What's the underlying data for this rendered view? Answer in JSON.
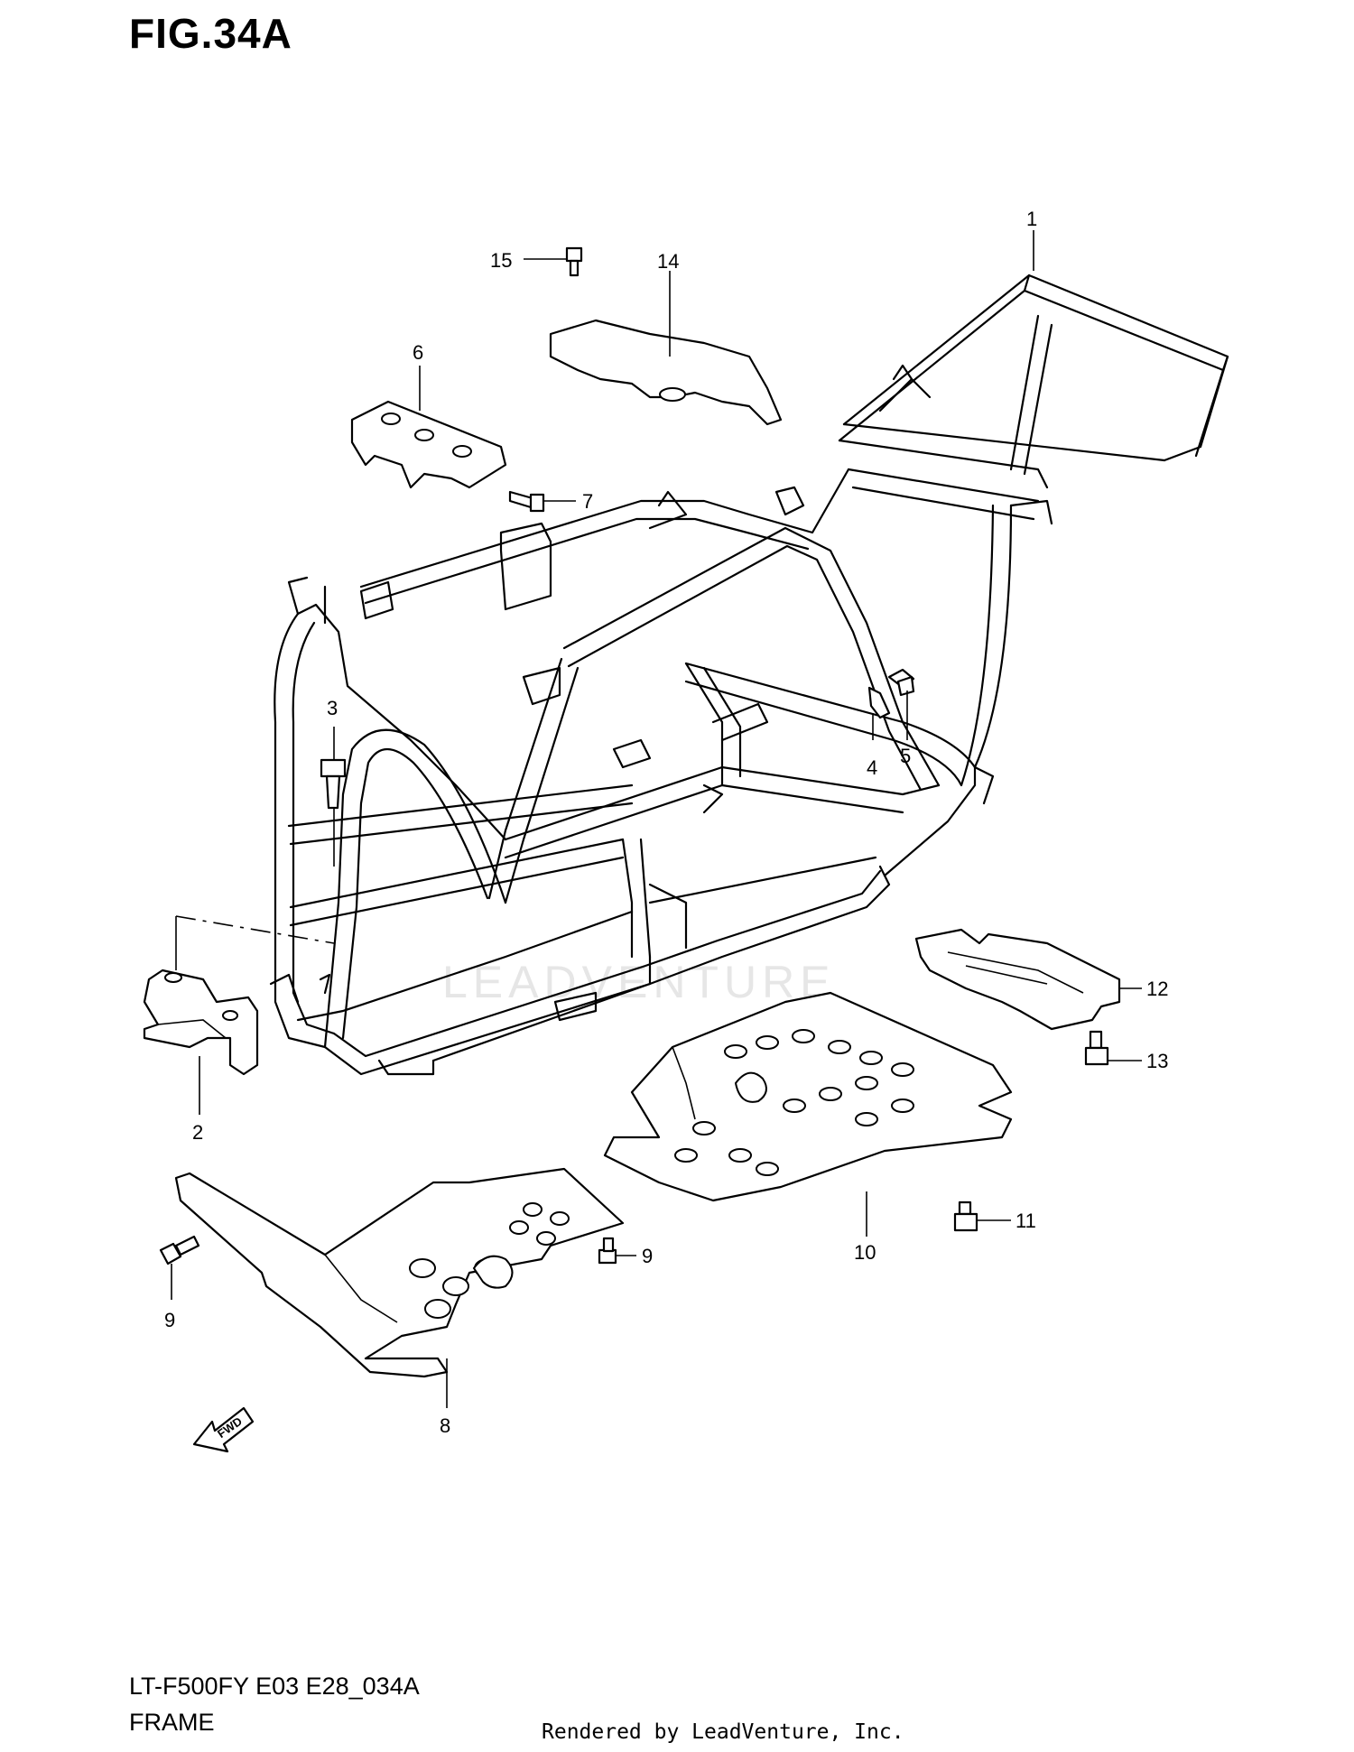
{
  "figure": {
    "title": "FIG.34A",
    "model_code": "LT-F500FY E03 E28_034A",
    "section_name": "FRAME",
    "rendered_by": "Rendered by LeadVenture, Inc.",
    "watermark": "LEADVENTURE"
  },
  "callouts": [
    {
      "number": "1",
      "part": "frame"
    },
    {
      "number": "2",
      "part": "bracket"
    },
    {
      "number": "3",
      "part": "bolt"
    },
    {
      "number": "4",
      "part": "clamp"
    },
    {
      "number": "5",
      "part": "bolt"
    },
    {
      "number": "6",
      "part": "plate"
    },
    {
      "number": "7",
      "part": "bolt"
    },
    {
      "number": "8",
      "part": "front-skid-plate"
    },
    {
      "number": "9",
      "part": "bolt"
    },
    {
      "number": "9",
      "part": "bolt"
    },
    {
      "number": "10",
      "part": "center-skid-plate"
    },
    {
      "number": "11",
      "part": "bolt"
    },
    {
      "number": "12",
      "part": "rear-plate"
    },
    {
      "number": "13",
      "part": "bolt"
    },
    {
      "number": "14",
      "part": "bracket"
    },
    {
      "number": "15",
      "part": "bolt"
    }
  ],
  "fwd_arrow_label": "FWD",
  "colors": {
    "line": "#000000",
    "background": "#ffffff",
    "watermark": "#e6e6e6"
  }
}
